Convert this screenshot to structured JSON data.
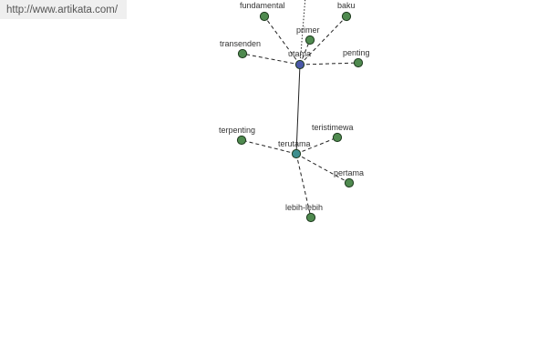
{
  "watermark": {
    "url": "http://www.artikata.com/"
  },
  "colors": {
    "leaf_node_fill": "#4f8a4f",
    "hub_primary_fill": "#4a58a8",
    "hub_secondary_fill": "#3e8f8f",
    "edge_stroke": "#222222",
    "node_stroke": "#1e3a1e"
  },
  "graph": {
    "nodes": [
      {
        "id": "utama",
        "label": "utama",
        "kind": "hub-primary"
      },
      {
        "id": "terutama",
        "label": "terutama",
        "kind": "hub-secondary"
      },
      {
        "id": "fundamental",
        "label": "fundamental",
        "kind": "leaf"
      },
      {
        "id": "baku",
        "label": "baku",
        "kind": "leaf"
      },
      {
        "id": "primer",
        "label": "primer",
        "kind": "leaf"
      },
      {
        "id": "transenden",
        "label": "transenden",
        "kind": "leaf"
      },
      {
        "id": "penting",
        "label": "penting",
        "kind": "leaf"
      },
      {
        "id": "terpenting",
        "label": "terpenting",
        "kind": "leaf"
      },
      {
        "id": "teristimewa",
        "label": "teristimewa",
        "kind": "leaf"
      },
      {
        "id": "pertama",
        "label": "pertama",
        "kind": "leaf"
      },
      {
        "id": "lebih-lebih",
        "label": "lebih-lebih",
        "kind": "leaf"
      }
    ],
    "edges": [
      {
        "from": "utama",
        "to": "terutama",
        "style": "solid"
      },
      {
        "from": "utama",
        "to": "offscreen-top",
        "style": "dotted"
      },
      {
        "from": "utama",
        "to": "fundamental",
        "style": "dashed"
      },
      {
        "from": "utama",
        "to": "baku",
        "style": "dashed"
      },
      {
        "from": "utama",
        "to": "primer",
        "style": "dashed"
      },
      {
        "from": "utama",
        "to": "transenden",
        "style": "dashed"
      },
      {
        "from": "utama",
        "to": "penting",
        "style": "dashed"
      },
      {
        "from": "terutama",
        "to": "terpenting",
        "style": "dashed"
      },
      {
        "from": "terutama",
        "to": "teristimewa",
        "style": "dashed"
      },
      {
        "from": "terutama",
        "to": "pertama",
        "style": "dashed"
      },
      {
        "from": "terutama",
        "to": "lebih-lebih",
        "style": "dashed"
      }
    ]
  }
}
